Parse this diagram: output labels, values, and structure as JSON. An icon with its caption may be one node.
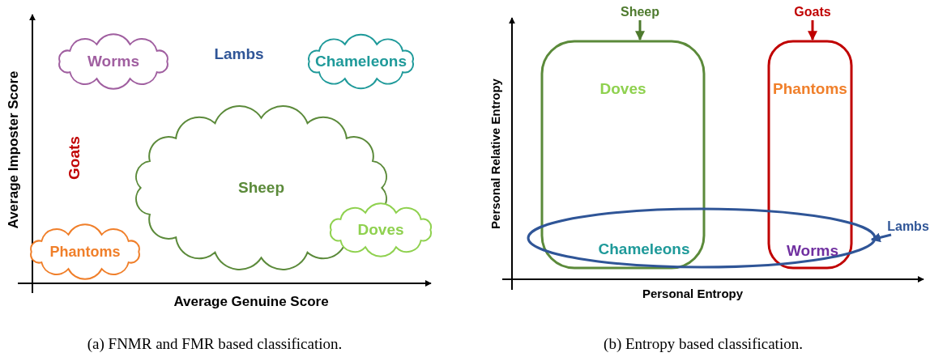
{
  "diagram": {
    "nodes": [
      {
        "text": [
          "Worms"
        ]
      },
      {
        "text": [
          "Chameleons"
        ]
      },
      {
        "text": [
          "Sheep"
        ]
      },
      {
        "text": [
          "Doves"
        ]
      },
      {
        "text": [
          "Phantoms"
        ]
      },
      {
        "text": [
          "Sheep"
        ]
      },
      {
        "text": [
          "Goats"
        ]
      },
      {
        "text": [
          "Lambs"
        ]
      },
      {
        "text": [
          "Doves"
        ]
      },
      {
        "text": [
          "Phantoms"
        ]
      },
      {
        "text": [],
        "shape": "ellipse"
      }
    ],
    "edges": [
      {
        "from": 5,
        "to": 8,
        "arrow": "to",
        "color": "#4e7a2e"
      },
      {
        "from": 6,
        "to": 9,
        "arrow": "to",
        "color": "#c00000"
      },
      {
        "from": 7,
        "to": 10,
        "arrow": "to",
        "color": "#2f5597"
      }
    ],
    "labels": [
      "Lambs",
      "Goats",
      "Average Imposter Score",
      "Average Genuine Score",
      "Personal Relative Entropy",
      "Chameleons",
      "Worms",
      "Personal Entropy",
      "(a) FNMR and FMR based classification.",
      "(b) Entropy based classification."
    ]
  }
}
